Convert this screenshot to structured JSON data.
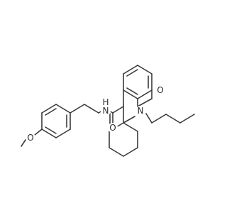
{
  "molecule": {
    "atoms": {
      "O_methoxy": "O",
      "N_amide": "N",
      "H_amide": "H",
      "O_amide": "O",
      "N_ring": "N",
      "O_lactam": "O"
    }
  }
}
